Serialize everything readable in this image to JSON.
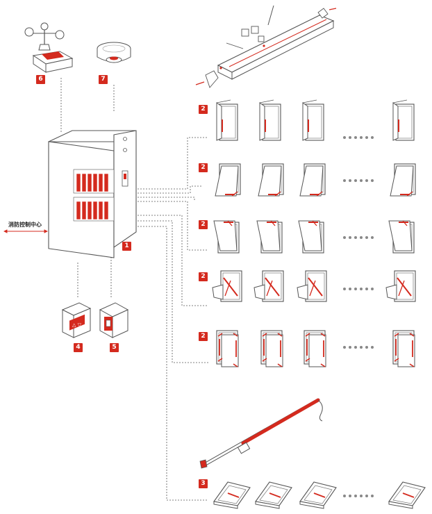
{
  "fire_center_label": "消防控制中心",
  "badges": {
    "panel": "1",
    "windows": "2",
    "roof_windows": "3",
    "switch": "4",
    "emergency_button": "5",
    "weather_station": "6",
    "smoke_detector": "7"
  },
  "colors": {
    "accent": "#d42a1e",
    "line": "#555555",
    "dots": "#888888"
  }
}
